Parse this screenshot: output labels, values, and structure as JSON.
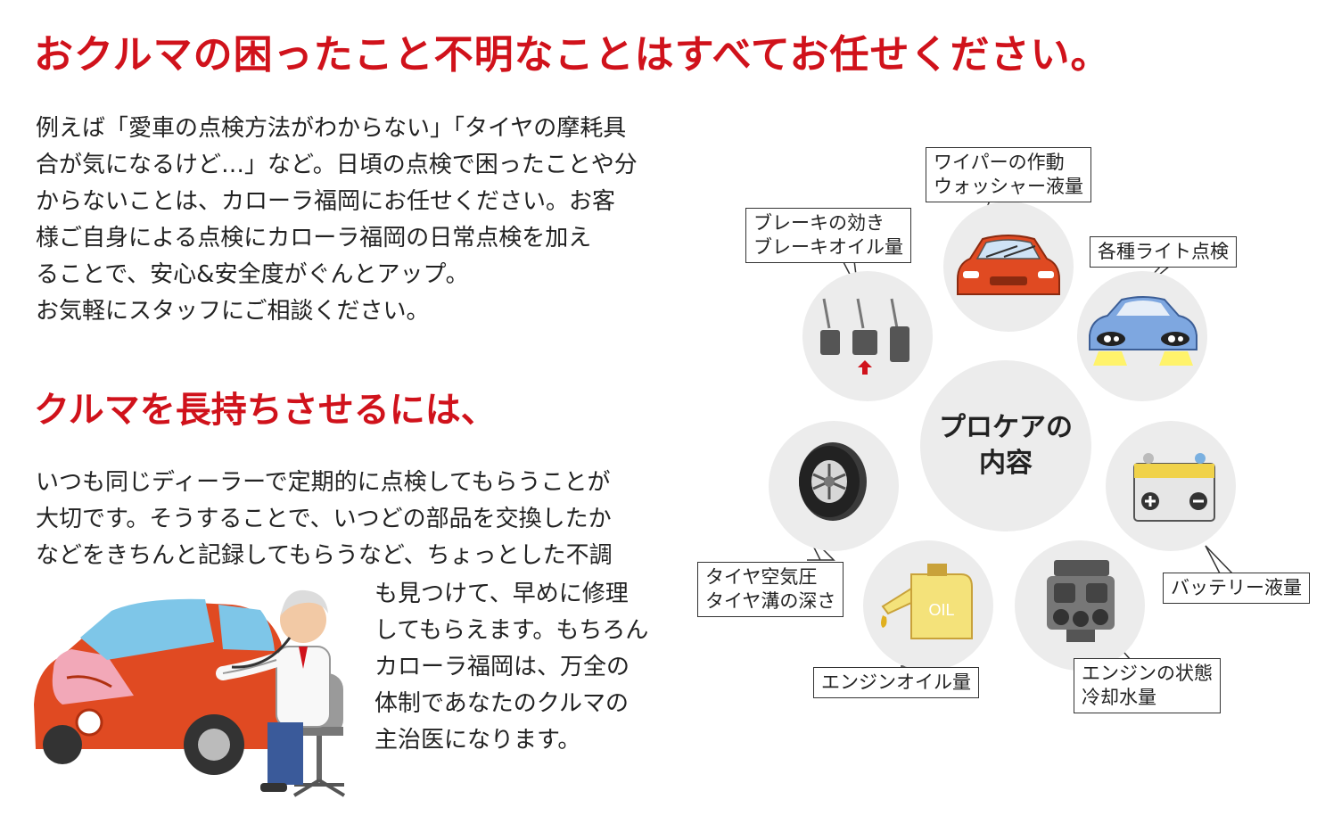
{
  "headline": "おクルマの困ったこと不明なことはすべてお任せください。",
  "intro_lines": [
    "例えば「愛車の点検方法がわからない」「タイヤの摩耗具",
    "合が気になるけど…」など。日頃の点検で困ったことや分",
    "からないことは、カローラ福岡にお任せください。お客",
    "様ご自身による点検にカローラ福岡の日常点検を加え",
    "ることで、安心&安全度がぐんとアップ。",
    "お気軽にスタッフにご相談ください。"
  ],
  "subheadline": "クルマを長持ちさせるには、",
  "body_lines_full": [
    "いつも同じディーラーで定期的に点検してもらうことが",
    "大切です。そうすることで、いつどの部品を交換したか",
    "などをきちんと記録してもらうなど、ちょっとした不調"
  ],
  "body_lines_wrapped": [
    "も見つけて、早めに修理",
    "してもらえます。もちろん",
    "カローラ福岡は、万全の",
    "体制であなたのクルマの",
    "主治医になります。"
  ],
  "diagram": {
    "center_line1": "プロケアの",
    "center_line2": "内容",
    "oil_text": "OIL",
    "labels": {
      "wiper": [
        "ワイパーの作動",
        "ウォッシャー液量"
      ],
      "brake": [
        "ブレーキの効き",
        "ブレーキオイル量"
      ],
      "light": [
        "各種ライト点検"
      ],
      "tire": [
        "タイヤ空気圧",
        "タイヤ溝の深さ"
      ],
      "battery": [
        "バッテリー液量"
      ],
      "oil": [
        "エンジンオイル量"
      ],
      "engine": [
        "エンジンの状態",
        "冷却水量"
      ]
    }
  },
  "colors": {
    "accent_red": "#d0121b",
    "circle_gray": "#ececec",
    "car_red": "#e04a22",
    "car_pink": "#f2a8b8",
    "oil_yellow": "#f4e27a",
    "light_yellow": "#fff36b",
    "headlight_car_blue": "#7ea7e0"
  },
  "icons": [
    "car-doctor-illustration",
    "car-front-icon",
    "pedals-icon",
    "headlights-icon",
    "tire-icon",
    "battery-icon",
    "oil-can-icon",
    "engine-icon"
  ]
}
